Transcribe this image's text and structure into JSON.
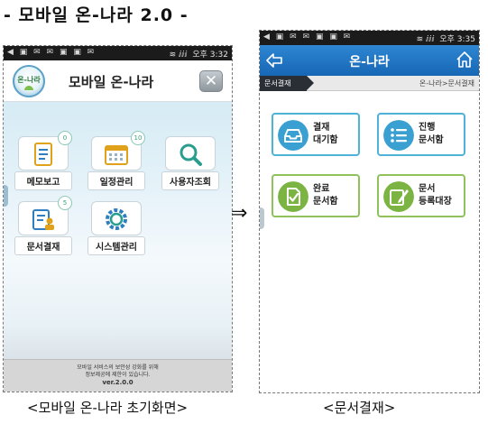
{
  "heading": "- 모바일 온-나라 2.0 -",
  "arrow": "⇒",
  "captions": {
    "left": "<모바일 온-나라 초기화면>",
    "right": "<문서결재>"
  },
  "left_phone": {
    "status": {
      "icons": "◀ ▣ ✉ ✉ ▣ ▣ ✉",
      "signal": "≋ ⅈⅈⅈ",
      "time": "오후 3:32"
    },
    "logo_text": "온-나라",
    "title": "모바일 온-나라",
    "close_icon": "✕",
    "tiles": [
      {
        "label": "메모보고",
        "icon": "memo-icon",
        "badge": "0"
      },
      {
        "label": "일정관리",
        "icon": "calendar-icon",
        "badge": "10"
      },
      {
        "label": "사용자조회",
        "icon": "user-search-icon",
        "badge": ""
      },
      {
        "label": "문서결재",
        "icon": "document-approval-icon",
        "badge": "5"
      },
      {
        "label": "시스템관리",
        "icon": "system-gear-icon",
        "badge": ""
      }
    ],
    "footer": {
      "line1": "모바일 서비스의 보안성 강화를 위해",
      "line2": "정보제공에 제한이 있습니다.",
      "version": "ver.2.0.0"
    }
  },
  "right_phone": {
    "status": {
      "icons": "◀ ▣ ✉ ✉ ▣ ▣ ✉",
      "signal": "≋ ⅈⅈⅈ",
      "time": "오후 3:35"
    },
    "title": "온-나라",
    "breadcrumb_tag": "문서결재",
    "breadcrumb_path": "온-나라>문서결재",
    "tiles": [
      {
        "label": "결재\n대기함",
        "icon": "inbox-tray-icon",
        "color": "#3a9fd1"
      },
      {
        "label": "진행\n문서함",
        "icon": "list-icon",
        "color": "#3a9fd1"
      },
      {
        "label": "완료\n문서함",
        "icon": "completed-doc-icon",
        "color": "#7bb443"
      },
      {
        "label": "문서\n등록대장",
        "icon": "registry-pen-icon",
        "color": "#7bb443"
      }
    ]
  }
}
